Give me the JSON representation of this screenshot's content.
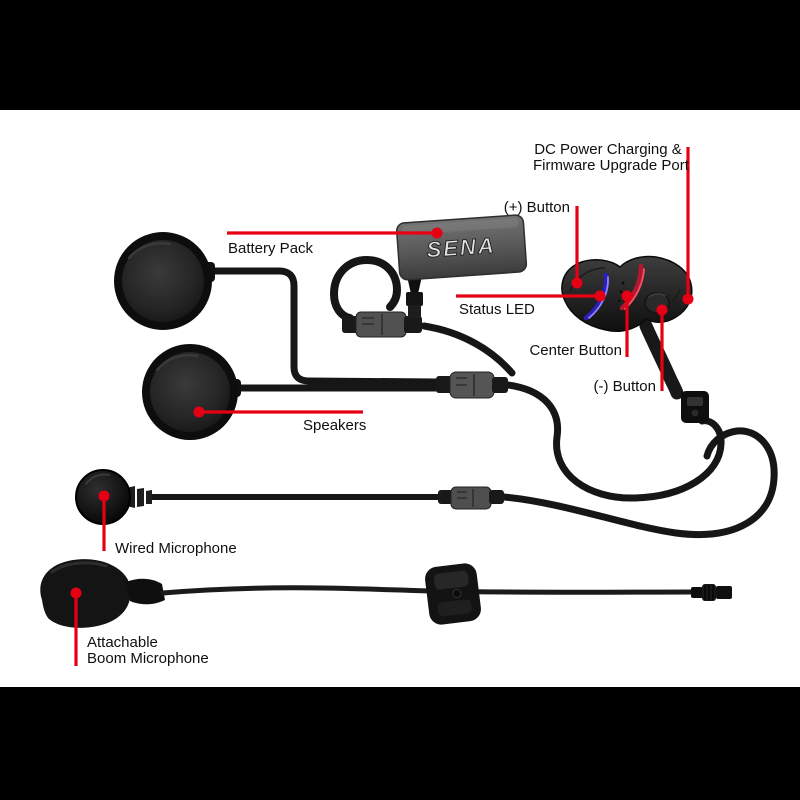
{
  "scene": {
    "description": "Sena motorcycle headset kit component callout diagram",
    "background_color": "#ffffff",
    "letterbox_color": "#000000",
    "annotation_color": "#e60014"
  },
  "device": {
    "brand_logo": "SENA",
    "status_led_blue": "#6f63ff",
    "status_led_red": "#ff4560"
  },
  "labels": {
    "dc_port": {
      "line1": "DC Power Charging &",
      "line2": "Firmware Upgrade Port"
    },
    "plus_button": {
      "text": "(+) Button"
    },
    "battery_pack": {
      "text": "Battery Pack"
    },
    "status_led": {
      "text": "Status LED"
    },
    "center_button": {
      "text": "Center Button"
    },
    "minus_button": {
      "text": "(-) Button"
    },
    "speakers": {
      "text": "Speakers"
    },
    "wired_microphone": {
      "text": "Wired Microphone"
    },
    "boom_microphone": {
      "line1": "Attachable",
      "line2": "Boom Microphone"
    }
  }
}
